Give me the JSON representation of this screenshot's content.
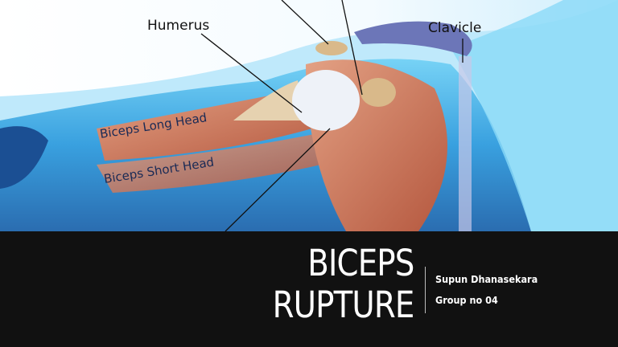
{
  "illustration": {
    "labels": {
      "humerus": "Humerus",
      "clavicle": "Clavicle",
      "biceps_long_head": "Biceps Long Head",
      "biceps_short_head": "Biceps Short Head"
    }
  },
  "slide": {
    "title_line1": "BICEPS",
    "title_line2": "RUPTURE",
    "author": "Supun Dhanasekara",
    "group": "Group no 04"
  },
  "colors": {
    "band": "#111111",
    "text": "#ffffff",
    "skin_blue": "#4fb3e8",
    "muscle": "#c9785a"
  }
}
